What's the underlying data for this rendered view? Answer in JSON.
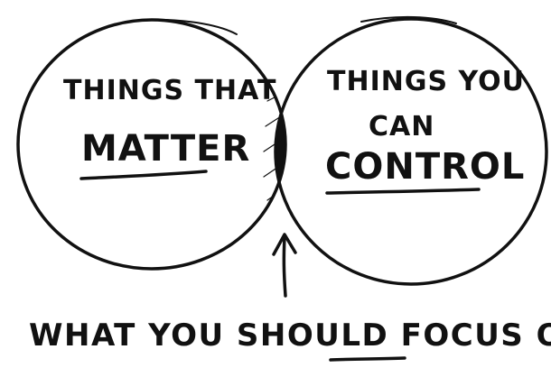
{
  "diagram": {
    "left_circle": {
      "line1": "Things That",
      "line2": "Matter"
    },
    "right_circle": {
      "line1": "Things You",
      "line2": "Can",
      "line3": "Control"
    },
    "caption": {
      "before": "What You Should ",
      "emphasis": "Focus",
      "after": " On"
    }
  },
  "colors": {
    "ink": "#111111",
    "paper": "#ffffff"
  }
}
